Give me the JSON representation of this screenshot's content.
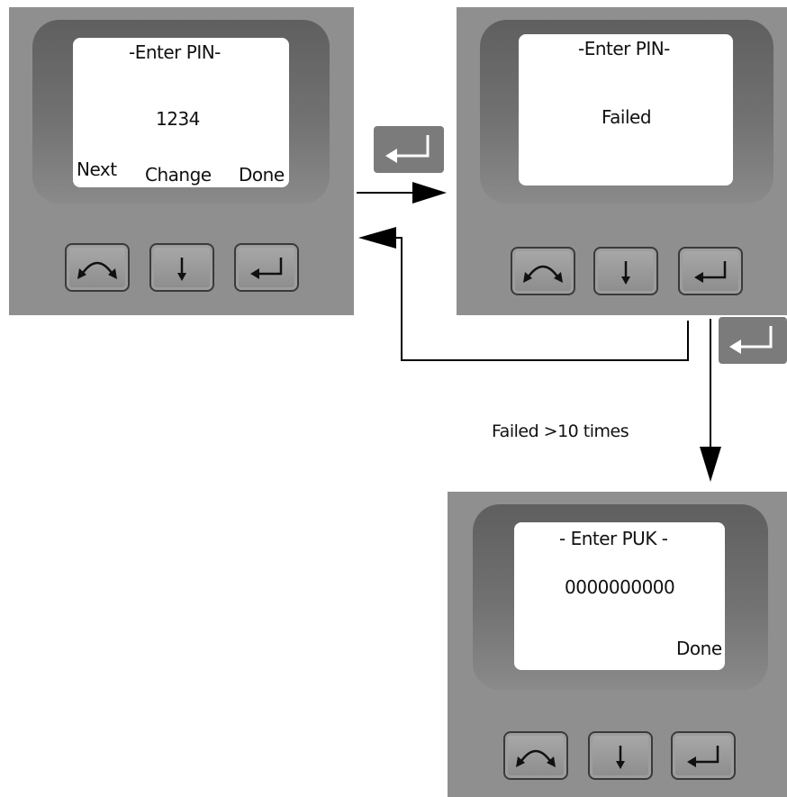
{
  "screen_pin_entry": {
    "title": "-Enter PIN-",
    "value": "1234",
    "softkeys": [
      "Next",
      "Change",
      "Done"
    ]
  },
  "screen_pin_failed": {
    "title": "-Enter PIN-",
    "status": "Failed"
  },
  "screen_puk_entry": {
    "title": "- Enter PUK -",
    "value": "0000000000",
    "softkey_done": "Done"
  },
  "transition_caption": "Failed >10 times",
  "keypad_icons": [
    "cycle-icon",
    "down-arrow-icon",
    "enter-icon"
  ],
  "colors": {
    "device_body": "#8f8f8f",
    "bezel": "#666666",
    "badge": "#7b7b7b",
    "line": "#000000"
  }
}
